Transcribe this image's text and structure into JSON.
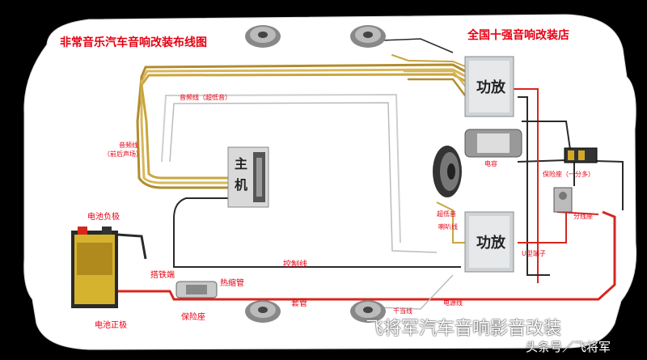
{
  "title_left": "非常音乐汽车音响改装布线图",
  "title_right": "全国十强音响改装店",
  "labels": {
    "amp_top": "功放",
    "amp_bottom": "功放",
    "head_unit": "主机",
    "signal_tweeter": "音频线（超低音）",
    "signal_front_rear": "音频线",
    "signal_front_rear_sub": "（前后声场）",
    "capacitor": "电容",
    "fuse_split": "保险座（一分多）",
    "distribution": "分线座",
    "sub_tweeter": "超低音",
    "horn_line": "喇叭线",
    "u_terminal": "U型端子",
    "battery_neg": "电池负极",
    "battery_pos": "电池正极",
    "ground": "搭铁端",
    "heat_shrink": "热缩管",
    "fuse": "保险座",
    "control_line": "控制线",
    "conduit": "套管",
    "power_line": "电源线",
    "ground_small": "千当线"
  },
  "watermark": {
    "main": "飞将军汽车音响影音改装",
    "sub": "头条号／飞将军"
  },
  "colors": {
    "car_body": "#ffffff",
    "red_wire": "#d7261e",
    "gold_wire": "#c9a640",
    "dark_wire": "#2a2a2a",
    "label_red": "#e60012"
  }
}
